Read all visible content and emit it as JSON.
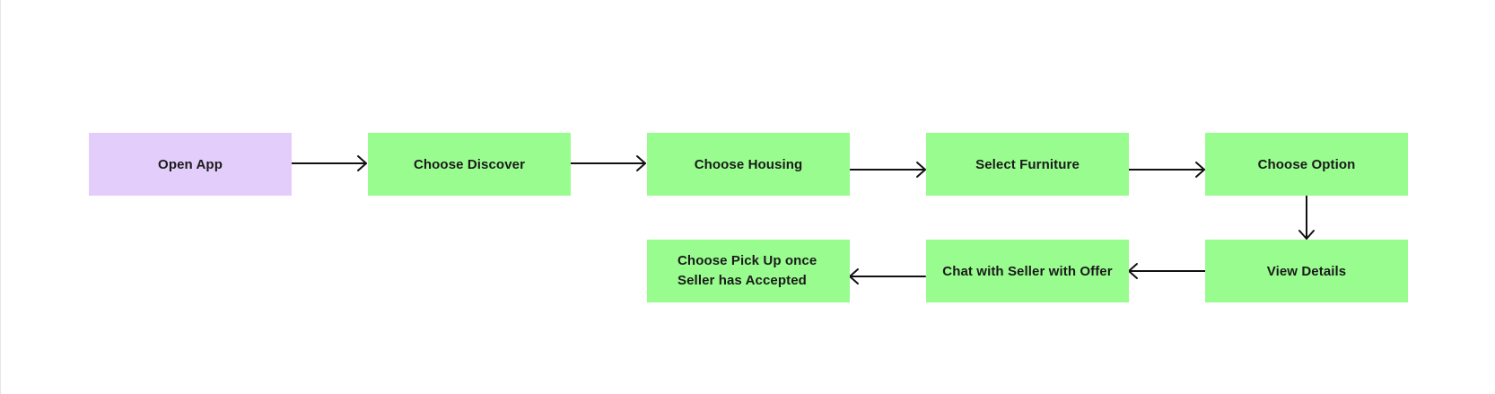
{
  "colors": {
    "start_fill": "#e3cdfb",
    "step_fill": "#99fc8f",
    "arrow": "#111111",
    "background": "#ffffff"
  },
  "flow": {
    "nodes": {
      "open_app": "Open App",
      "choose_discover": "Choose Discover",
      "choose_housing": "Choose Housing",
      "select_furniture": "Select Furniture",
      "choose_option": "Choose Option",
      "view_details": "View Details",
      "chat_with_seller": "Chat with Seller with Offer",
      "choose_pick_up_line1": "Choose Pick Up once",
      "choose_pick_up_line2": "Seller has Accepted"
    }
  }
}
